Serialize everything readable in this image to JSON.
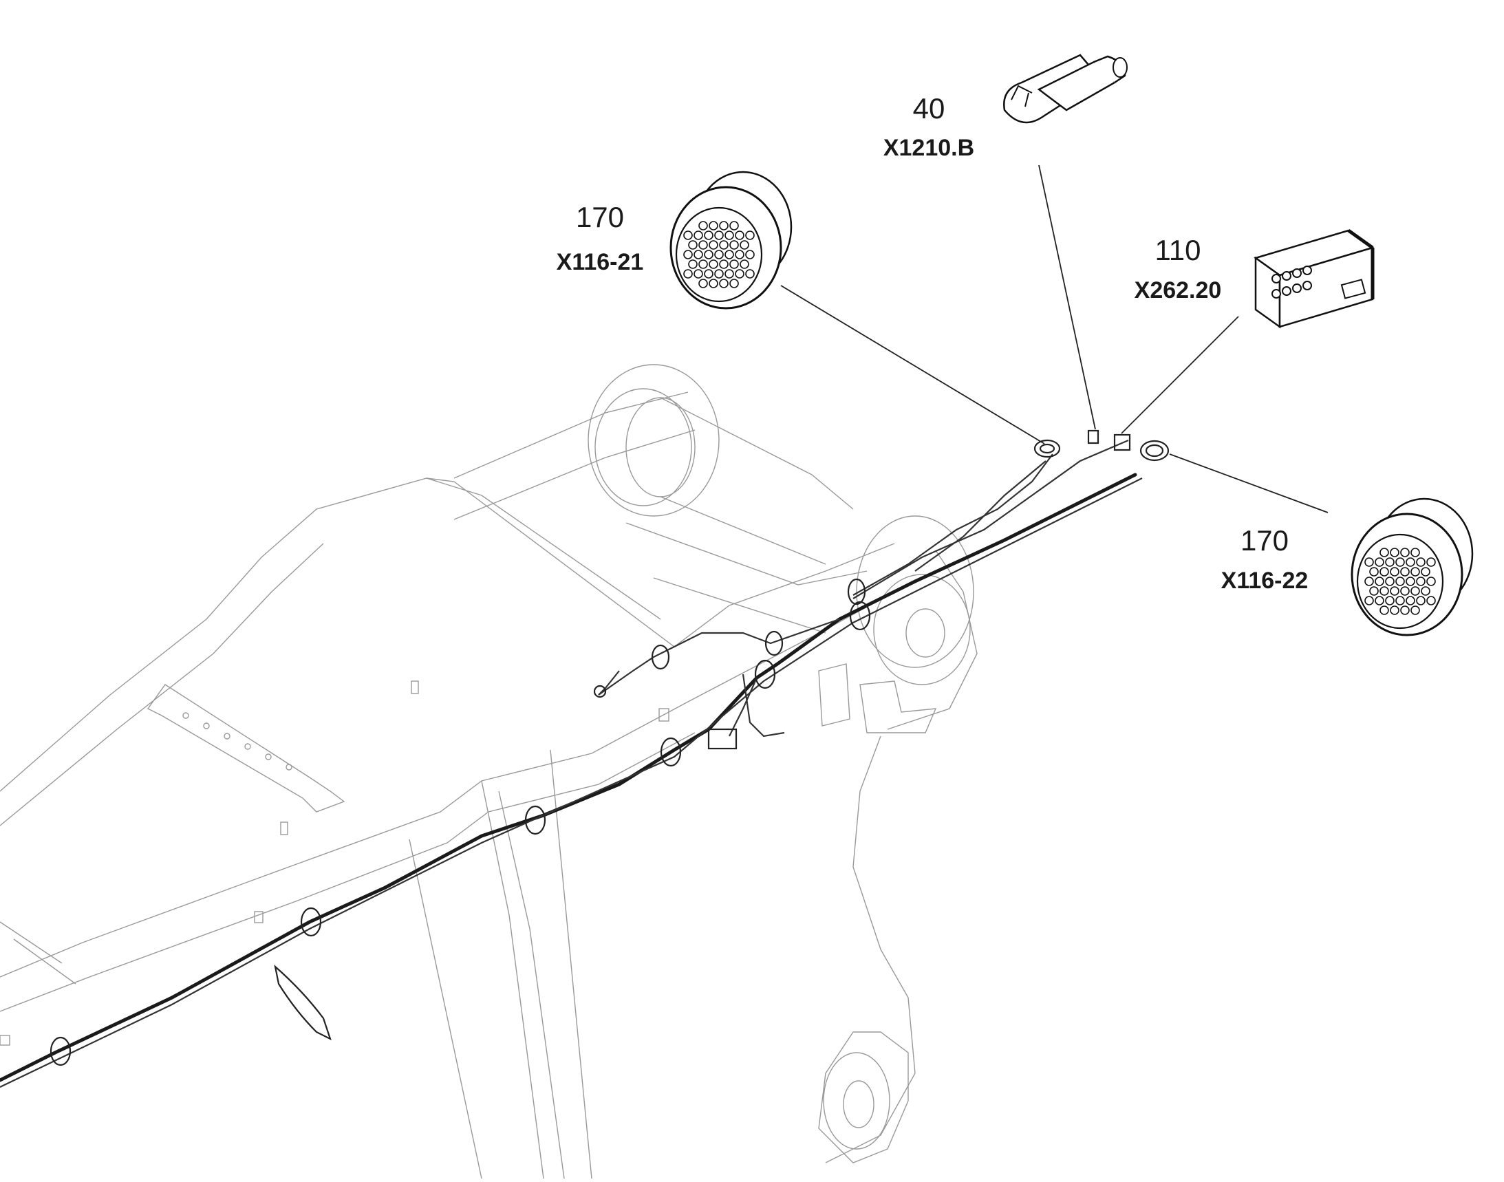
{
  "callouts": [
    {
      "number": "40",
      "code": "X1210.B"
    },
    {
      "number": "170",
      "code": "X116-21"
    },
    {
      "number": "110",
      "code": "X262.20"
    },
    {
      "number": "170",
      "code": "X116-22"
    }
  ],
  "colors": {
    "line": "#444444",
    "cable": "#1a1a1a",
    "background": "#ffffff"
  },
  "icons": [
    "round-connector-icon",
    "plug-connector-icon",
    "rect-connector-icon"
  ]
}
